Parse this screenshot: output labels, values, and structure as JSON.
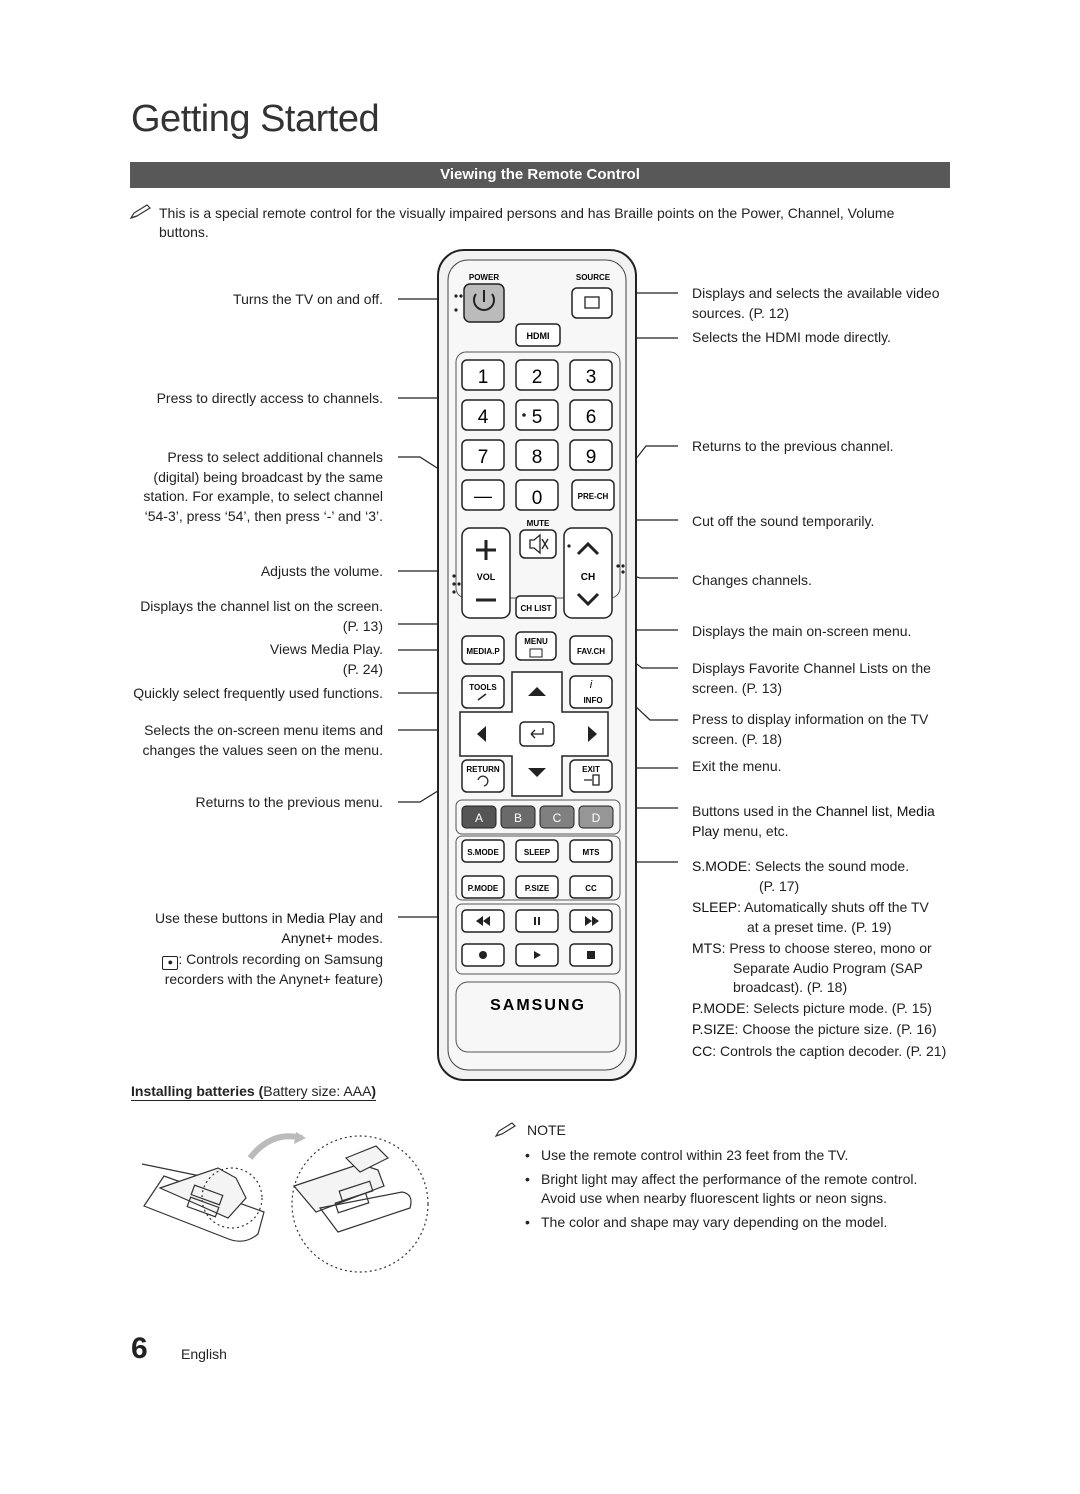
{
  "page": {
    "title": "Getting Started",
    "section_title": "Viewing the Remote Control",
    "intro_icon": "pencil-note-icon",
    "intro": "This is a special remote control for the visually impaired persons and has Braille points on the Power, Channel, Volume buttons."
  },
  "left_labels": {
    "power": "Turns the TV on and off.",
    "numbers": "Press to directly access to channels.",
    "dash": "Press to select additional channels (digital) being broadcast by the same station. For example, to select channel ‘54-3’, press ‘54’, then press ‘-’ and ‘3’.",
    "volume": "Adjusts the volume.",
    "chlist_1": "Displays the channel list on the screen.",
    "chlist_2": "(P. 13)",
    "mediap_1": "Views Media Play.",
    "mediap_2": "(P. 24)",
    "tools": "Quickly select frequently used functions.",
    "nav": "Selects the on-screen menu items and changes the values seen on the menu.",
    "return": "Returns to the previous menu.",
    "media_1_pre": "Use these buttons in ",
    "media_1_key": "Media Play",
    "media_1_post": " and",
    "media_2_key": "Anynet+",
    "media_2_post": " modes.",
    "record_1": ": Controls recording on Samsung",
    "record_2": "recorders with the Anynet+ feature)"
  },
  "right_labels": {
    "source": "Displays and selects the available video sources. (P. 12)",
    "hdmi": "Selects the HDMI mode directly.",
    "prech": "Returns to the previous channel.",
    "mute": "Cut off the sound temporarily.",
    "ch": "Changes channels.",
    "menu": "Displays the main on-screen menu.",
    "favch": "Displays Favorite Channel Lists on the screen. (P. 13)",
    "info": "Press to display information on the TV screen. (P. 18)",
    "exit": "Exit the menu.",
    "abcd_pre": "Buttons used in the ",
    "abcd_key1": "Channel list",
    "abcd_mid": ", ",
    "abcd_key2": "Media Play",
    "abcd_post": " menu, etc.",
    "smode_key": "S.MODE",
    "smode": ": Selects the sound mode.",
    "smode_p": "(P. 17)",
    "sleep_key": "SLEEP",
    "sleep": ": Automatically shuts off the TV",
    "sleep_2": "at a preset time. (P. 19)",
    "mts_key": "MTS",
    "mts": ": Press to choose stereo, mono or",
    "mts_2": "Separate Audio Program (SAP",
    "mts_3": "broadcast). (P. 18)",
    "pmode_key": "P.MODE",
    "pmode": ": Selects picture mode. (P. 15)",
    "psize_key": "P.SIZE",
    "psize": ": Choose the picture size. (P. 16)",
    "cc_key": "CC",
    "cc": ": Controls the caption decoder. (P. 21)"
  },
  "remote": {
    "power": "POWER",
    "source": "SOURCE",
    "hdmi": "HDMI",
    "digits": [
      "1",
      "2",
      "3",
      "4",
      "5",
      "6",
      "7",
      "8",
      "9"
    ],
    "dash": "—",
    "zero": "0",
    "prech": "PRE-CH",
    "mute": "MUTE",
    "vol": "VOL",
    "ch": "CH",
    "chlist": "CH LIST",
    "mediap": "MEDIA.P",
    "menu": "MENU",
    "favch": "FAV.CH",
    "tools": "TOOLS",
    "info": "INFO",
    "return": "RETURN",
    "exit": "EXIT",
    "color_keys": [
      "A",
      "B",
      "C",
      "D"
    ],
    "color_fills": [
      "#555555",
      "#6a6a6a",
      "#808080",
      "#969696"
    ],
    "smode": "S.MODE",
    "sleep": "SLEEP",
    "mts": "MTS",
    "pmode": "P.MODE",
    "psize": "P.SIZE",
    "cc": "CC",
    "brand": "SAMSUNG"
  },
  "battery": {
    "title": "Installing batteries (",
    "size": "Battery size: AAA",
    "close": ")"
  },
  "note": {
    "icon": "pencil-note-icon",
    "head": "NOTE",
    "items": [
      "Use the remote control within 23 feet from the TV.",
      "Bright light may affect the performance of the remote control. Avoid use when nearby fluorescent lights or neon signs.",
      "The color and shape may vary depending on the model."
    ]
  },
  "footer": {
    "page_number": "6",
    "language": "English"
  }
}
